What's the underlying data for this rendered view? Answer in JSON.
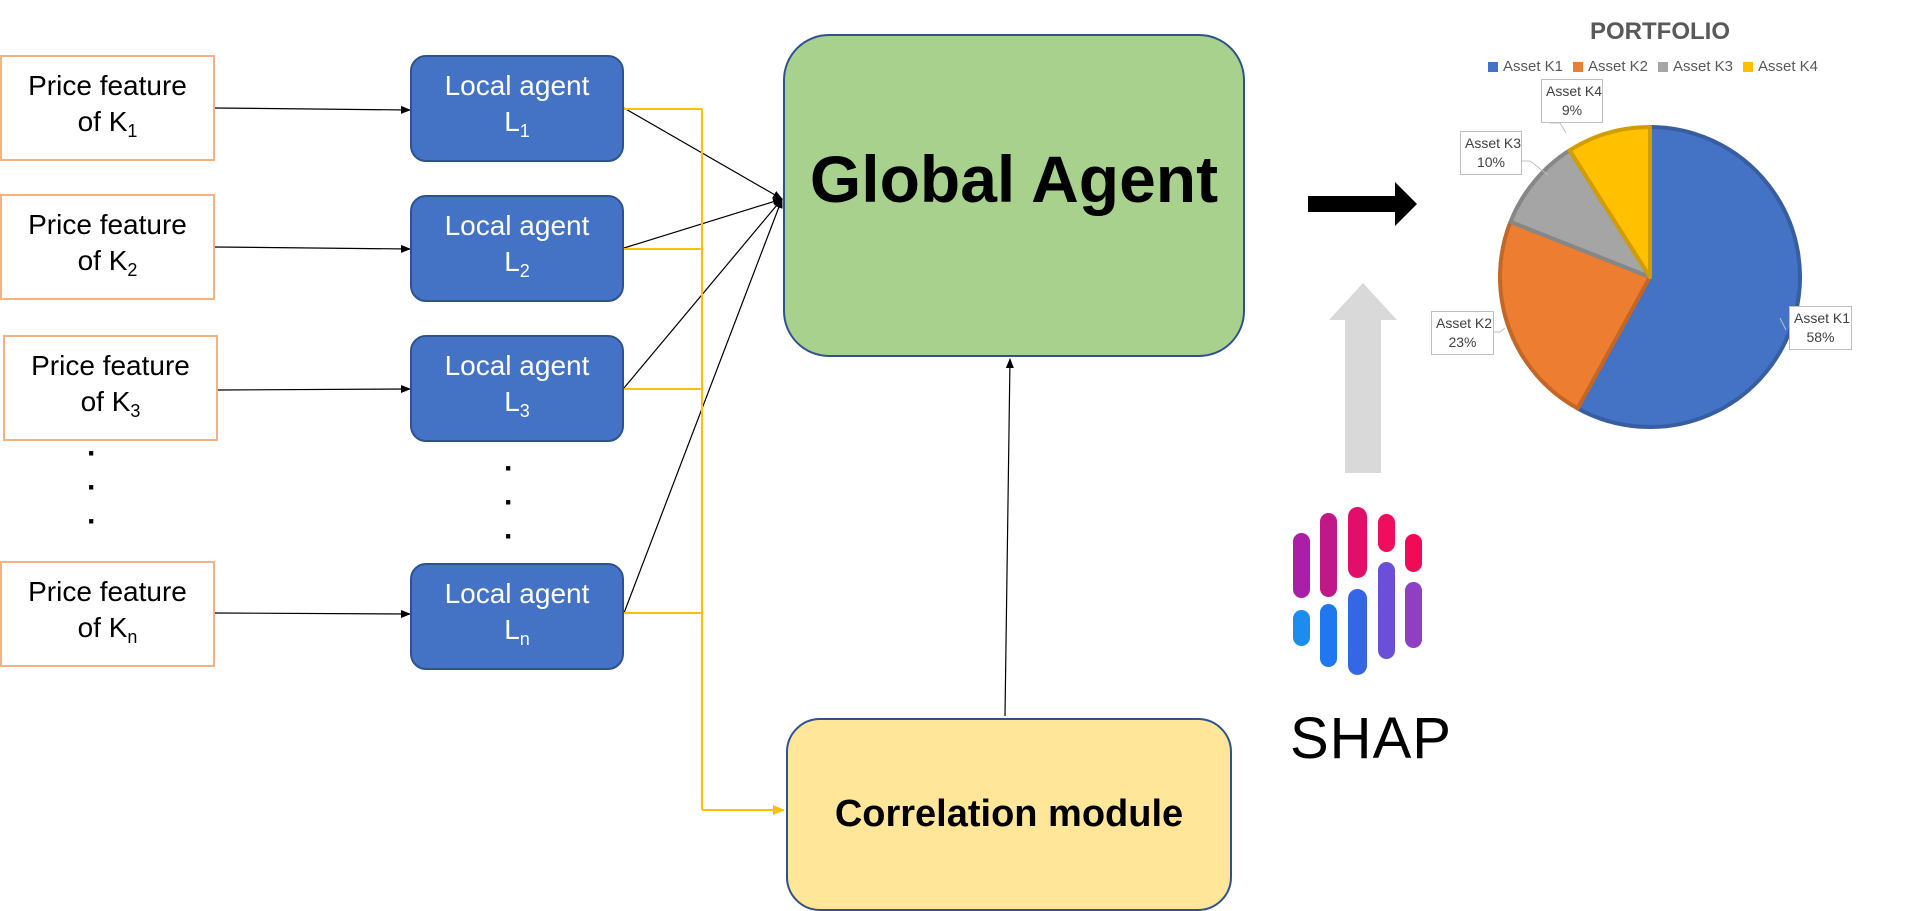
{
  "price_features": [
    {
      "text": "Price feature",
      "prefix": "of K",
      "sub": "1"
    },
    {
      "text": "Price feature",
      "prefix": "of K",
      "sub": "2"
    },
    {
      "text": "Price feature",
      "prefix": "of K",
      "sub": "3"
    },
    {
      "text": "Price feature",
      "prefix": "of K",
      "sub": "n"
    }
  ],
  "local_agents": [
    {
      "text": "Local agent",
      "prefix": "L",
      "sub": "1"
    },
    {
      "text": "Local agent",
      "prefix": "L",
      "sub": "2"
    },
    {
      "text": "Local agent",
      "prefix": "L",
      "sub": "3"
    },
    {
      "text": "Local agent",
      "prefix": "L",
      "sub": "n"
    }
  ],
  "ellipsis": "·",
  "global_agent": "Global Agent",
  "correlation_module": "Correlation module",
  "shap_label": "SHAP",
  "colors": {
    "price_border": "#f4b183",
    "agent_fill": "#4472c4",
    "global_fill": "#a9d18e",
    "correlation_fill": "#ffe699",
    "yellow_line": "#ffc000",
    "shap_arrow": "#d9d9d9"
  },
  "chart_data": {
    "type": "pie",
    "title": "PORTFOLIO",
    "legend_position": "top",
    "categories": [
      "Asset K1",
      "Asset K2",
      "Asset K3",
      "Asset K4"
    ],
    "values": [
      58,
      23,
      10,
      9
    ],
    "value_labels": [
      "58%",
      "23%",
      "10%",
      "9%"
    ],
    "colors": [
      "#4472c4",
      "#ed7d31",
      "#a5a5a5",
      "#ffc000"
    ]
  }
}
